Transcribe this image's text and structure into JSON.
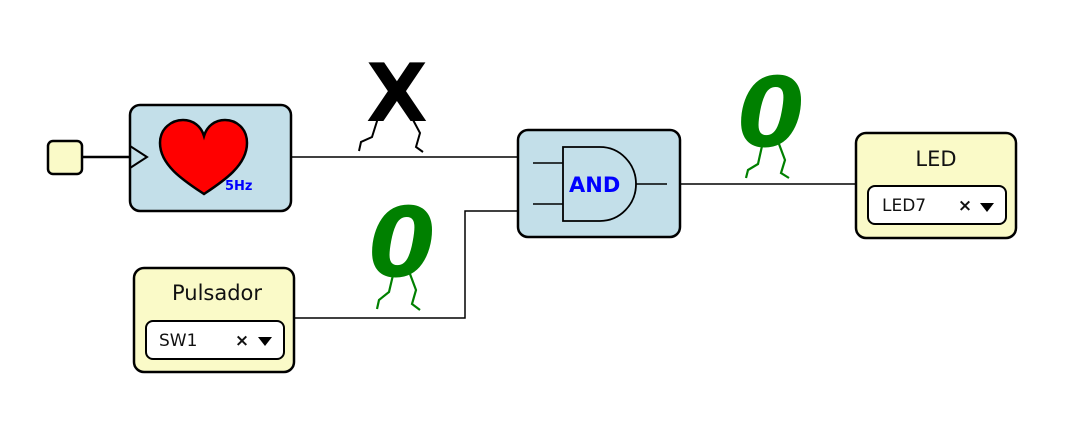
{
  "colors": {
    "block_blue": "#c3dfe9",
    "block_yellow": "#fafac8",
    "heart_red": "#ff0000",
    "label_blue": "#0000ff",
    "signal_green": "#008000",
    "wire": "#000000"
  },
  "clock": {
    "icon": "heart-icon",
    "frequency": "5Hz"
  },
  "gate": {
    "label": "AND"
  },
  "button_block": {
    "title": "Pulsador",
    "selected": "SW1",
    "clear_symbol": "×"
  },
  "led_block": {
    "title": "LED",
    "selected": "LED7",
    "clear_symbol": "×"
  },
  "signals": {
    "clock_wire": "X",
    "button_wire": "0",
    "output_wire": "0"
  }
}
